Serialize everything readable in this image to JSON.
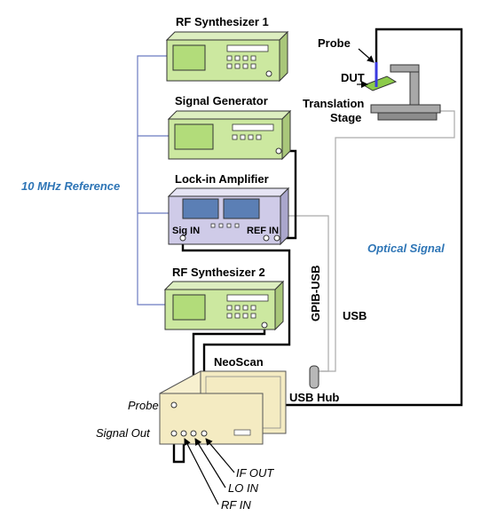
{
  "labels": {
    "rf_synth_1": "RF Synthesizer 1",
    "signal_generator": "Signal Generator",
    "lockin_amplifier": "Lock-in Amplifier",
    "rf_synth_2": "RF Synthesizer 2",
    "neoscan": "NeoScan",
    "ten_mhz_reference": "10 MHz Reference",
    "optical_signal": "Optical Signal",
    "probe_top": "Probe",
    "dut": "DUT",
    "translation_stage_line1": "Translation",
    "translation_stage_line2": "Stage",
    "gpib_usb": "GPIB-USB",
    "usb": "USB",
    "usb_hub": "USB Hub",
    "sig_in": "Sig IN",
    "ref_in": "REF IN",
    "probe_left": "Probe",
    "signal_out": "Signal Out",
    "if_out": "IF OUT",
    "lo_in": "LO IN",
    "rf_in": "RF IN"
  },
  "colors": {
    "instrument_green": "#CCE8A0",
    "lockin_lavender": "#CFCBE8",
    "neoscan_beige": "#F4EBC2",
    "screen_green": "#B2DC7A",
    "screen_blue": "#5B7FB5",
    "reference_line": "#6B7AC0",
    "cable_gray": "#AAAAAA",
    "stage_gray": "#A8A8A8",
    "probe_blue": "#3A3AE0",
    "dut_green": "#8CCB4A",
    "label_blue": "#2E75B6"
  }
}
